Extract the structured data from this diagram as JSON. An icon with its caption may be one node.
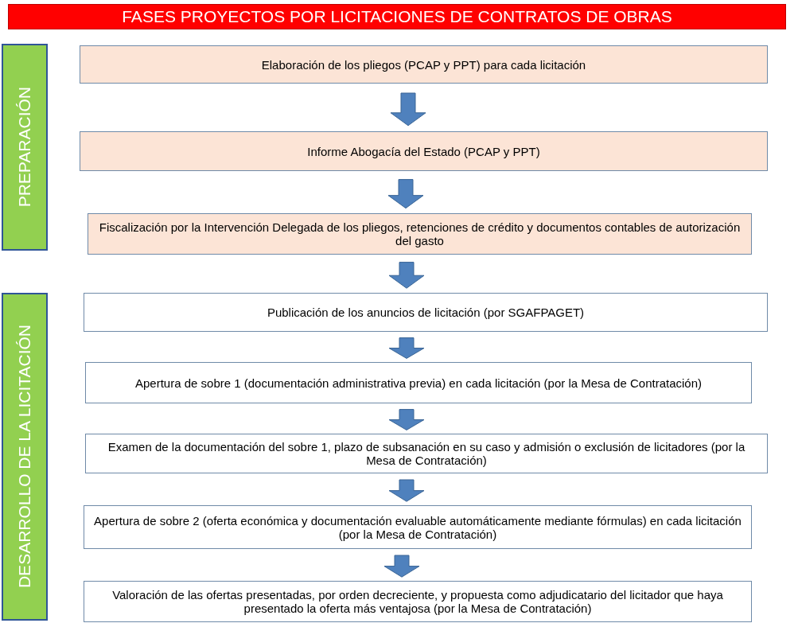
{
  "diagram": {
    "title": "FASES PROYECTOS POR LICITACIONES DE CONTRATOS DE OBRAS",
    "nodes": [
      {
        "text": [
          "PREPARACIÓN"
        ]
      },
      {
        "text": [
          "Elaboración de los pliegos (PCAP y PPT) para cada licitación"
        ]
      },
      {
        "text": [
          "Informe Abogacía del Estado (PCAP y PPT)"
        ]
      },
      {
        "text": [
          "Fiscalización por la Intervención Delegada de los pliegos, retenciones de crédito y documentos contables de autorización del gasto"
        ]
      },
      {
        "text": [
          "DESARROLLO DE LA LICITACIÓN"
        ]
      },
      {
        "text": [
          "Publicación de los anuncios de licitación (por SGAFPAGET)"
        ]
      },
      {
        "text": [
          "Apertura de sobre 1 (documentación administrativa previa) en cada licitación (por la Mesa de Contratación)"
        ]
      },
      {
        "text": [
          "Examen de la documentación del sobre 1, plazo de subsanación en su caso y admisión o exclusión de licitadores (por la Mesa de Contratación)"
        ]
      },
      {
        "text": [
          "Apertura de sobre 2 (oferta económica y documentación evaluable automáticamente mediante fórmulas) en cada licitación (por la Mesa de Contratación)"
        ]
      },
      {
        "text": [
          "Valoración de las ofertas presentadas, por orden decreciente, y propuesta como adjudicatario del licitador que haya presentado la oferta más ventajosa (por la Mesa de Contratación)"
        ]
      }
    ],
    "edges": [
      {
        "from": 1,
        "to": 2,
        "arrow": "to"
      },
      {
        "from": 2,
        "to": 3,
        "arrow": "to"
      },
      {
        "from": 3,
        "to": 5,
        "arrow": "to"
      },
      {
        "from": 5,
        "to": 6,
        "arrow": "to"
      },
      {
        "from": 6,
        "to": 7,
        "arrow": "to"
      },
      {
        "from": 7,
        "to": 8,
        "arrow": "to"
      },
      {
        "from": 8,
        "to": 9,
        "arrow": "to"
      }
    ]
  }
}
